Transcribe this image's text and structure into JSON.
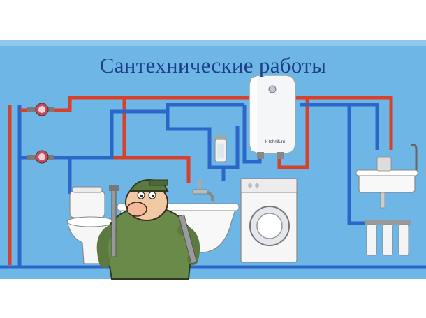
{
  "title": "Сантехнические работы",
  "heater": {
    "label": "k-tehnik.ru"
  },
  "colors": {
    "wall": "#6db6e6",
    "hot_pipe": "#d8402a",
    "cold_pipe": "#2a67c9",
    "title_text": "#1d3f86",
    "plumber_uniform": "#6a8a4a"
  },
  "icons": [
    "water-meter-icon",
    "water-heater-icon",
    "water-filter-icon",
    "toilet-icon",
    "bathtub-icon",
    "washing-machine-icon",
    "sink-icon",
    "faucet-icon",
    "triple-filter-icon",
    "plumber-cartoon"
  ]
}
